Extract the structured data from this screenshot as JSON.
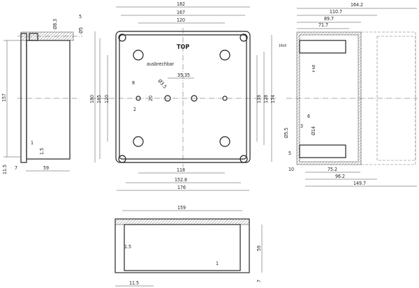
{
  "left_view": {
    "d157": "157",
    "d59": "59",
    "d7": "7",
    "d11_5": "11.5",
    "d8_3": "Ø8.3",
    "d5": "5",
    "dia5": "Ø5",
    "d1": "1",
    "d1_5": "1.5"
  },
  "front_view": {
    "top_label": "TOP",
    "ausbrechbar": "ausbrechbar",
    "d182": "182",
    "d167": "167",
    "d120_top": "120",
    "d118_bottom": "118",
    "d152_8": "152.8",
    "d176": "176",
    "d180": "180",
    "d165": "165",
    "d120_left": "120",
    "d118_right": "118",
    "d128": "128",
    "d174": "174",
    "d35_35": "35.35",
    "d3_5": "Ø3.5",
    "d8": "8",
    "d20": "20",
    "d2": "2"
  },
  "section_view": {
    "d164_2": "164.2",
    "d110_7": "110.7",
    "d89_7": "89.7",
    "d71_7": "71.7",
    "d10": "10",
    "d75_2": "75.2",
    "d96_2": "96.2",
    "d149_7": "149.7",
    "d6": "6",
    "d3": "3",
    "d5_5": "Ø5.5",
    "d14": "Ø14",
    "d5": "5",
    "d4_4": "Ø4.4",
    "label16x0": "16x0"
  },
  "bottom_view": {
    "d159": "159",
    "d1_5": "1.5",
    "d59": "59",
    "d1": "1",
    "d7": "7",
    "d11_5": "11.5"
  }
}
